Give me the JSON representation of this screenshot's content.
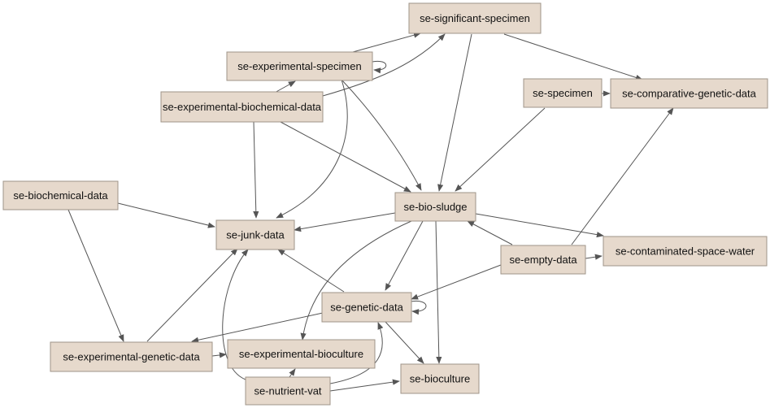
{
  "diagram": {
    "node_fill": "#e6d9cc",
    "node_border": "#9f9488",
    "edge_color": "#555555",
    "nodes": {
      "significant_specimen": "se-significant-specimen",
      "experimental_specimen": "se-experimental-specimen",
      "experimental_biochemical_data": "se-experimental-biochemical-data",
      "specimen": "se-specimen",
      "comparative_genetic_data": "se-comparative-genetic-data",
      "biochemical_data": "se-biochemical-data",
      "bio_sludge": "se-bio-sludge",
      "junk_data": "se-junk-data",
      "contaminated_space_water": "se-contaminated-space-water",
      "empty_data": "se-empty-data",
      "genetic_data": "se-genetic-data",
      "experimental_genetic_data": "se-experimental-genetic-data",
      "experimental_bioculture": "se-experimental-bioculture",
      "bioculture": "se-bioculture",
      "nutrient_vat": "se-nutrient-vat"
    }
  }
}
